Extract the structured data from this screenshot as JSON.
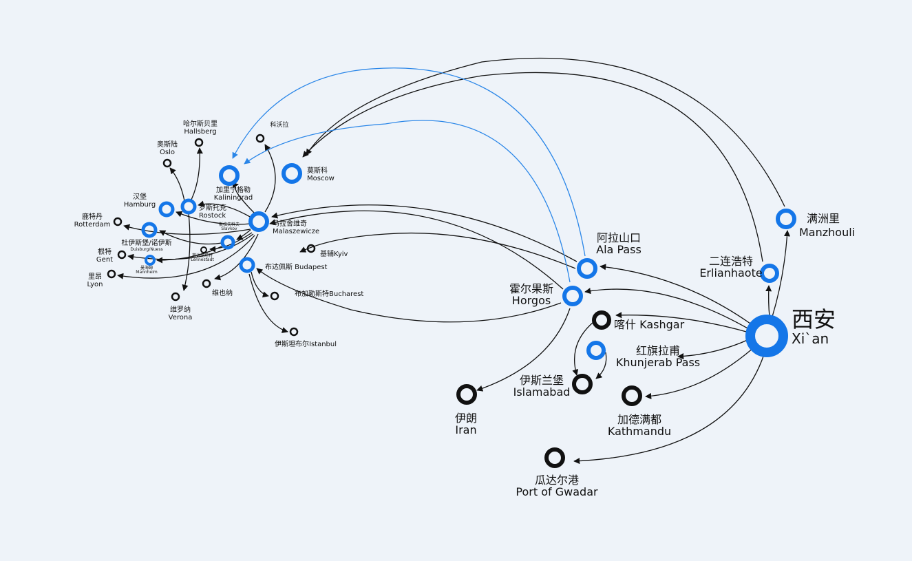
{
  "colors": {
    "background": "#eef3f9",
    "hub": "#1476e8",
    "stop": "#111111",
    "route_black": "#111111",
    "route_blue": "#2a86e8"
  },
  "nodes": {
    "xian": {
      "zh": "西安",
      "en": "Xi`an"
    },
    "manzhouli": {
      "zh": "满洲里",
      "en": "Manzhouli"
    },
    "erlianhaote": {
      "zh": "二连浩特",
      "en": "Erlianhaote"
    },
    "alapass": {
      "zh": "阿拉山口",
      "en": "Ala Pass"
    },
    "horgos": {
      "zh": "霍尔果斯",
      "en": "Horgos"
    },
    "kashgar": {
      "zh": "喀什",
      "en": "Kashgar"
    },
    "khunjerab": {
      "zh": "红旗拉甫",
      "en": "Khunjerab Pass"
    },
    "islamabad": {
      "zh": "伊斯兰堡",
      "en": "Islamabad"
    },
    "kathmandu": {
      "zh": "加德满都",
      "en": "Kathmandu"
    },
    "iran": {
      "zh": "伊朗",
      "en": "Iran"
    },
    "gwadar": {
      "zh": "瓜达尔港",
      "en": "Port of Gwadar"
    },
    "moscow": {
      "zh": "莫斯科",
      "en": "Moscow"
    },
    "kaliningrad": {
      "zh": "加里宁格勒",
      "en": "Kaliningrad"
    },
    "koshowla": {
      "zh": "科沃拉"
    },
    "hallsberg": {
      "zh": "哈尔斯贝里",
      "en": "Hallsberg"
    },
    "oslo": {
      "zh": "奥斯陆",
      "en": "Oslo"
    },
    "rostock": {
      "zh": "罗斯托克",
      "en": "Rostock"
    },
    "hamburg": {
      "zh": "汉堡",
      "en": "Hamburg"
    },
    "rotterdam": {
      "zh": "鹿特丹",
      "en": "Rotterdam"
    },
    "malaszewicze": {
      "zh": "马拉舍维奇",
      "en": "Malaszewicze"
    },
    "slavkov": {
      "zh": "斯拉夫科夫",
      "en": "Slavkov"
    },
    "duisburg": {
      "zh": "杜伊斯堡/诺伊斯",
      "en": "Duisburg/Nuess"
    },
    "lennestadt": {
      "zh": "莱讷施塔特",
      "en": "Lennestadt"
    },
    "mannheim": {
      "zh": "曼海姆",
      "en": "Mannheim"
    },
    "gent": {
      "zh": "根特",
      "en": "Gent"
    },
    "lyon": {
      "zh": "里昂",
      "en": "Lyon"
    },
    "kyiv": {
      "label": "基辅Kyiv"
    },
    "budapest": {
      "label": "布达佩斯 Budapest"
    },
    "vienna": {
      "zh": "维也纳"
    },
    "bucharest": {
      "label": "布加勒斯特Bucharest"
    },
    "istanbul": {
      "label": "伊斯坦布尔Istanbul"
    },
    "verona": {
      "zh": "维罗纳",
      "en": "Verona"
    }
  }
}
